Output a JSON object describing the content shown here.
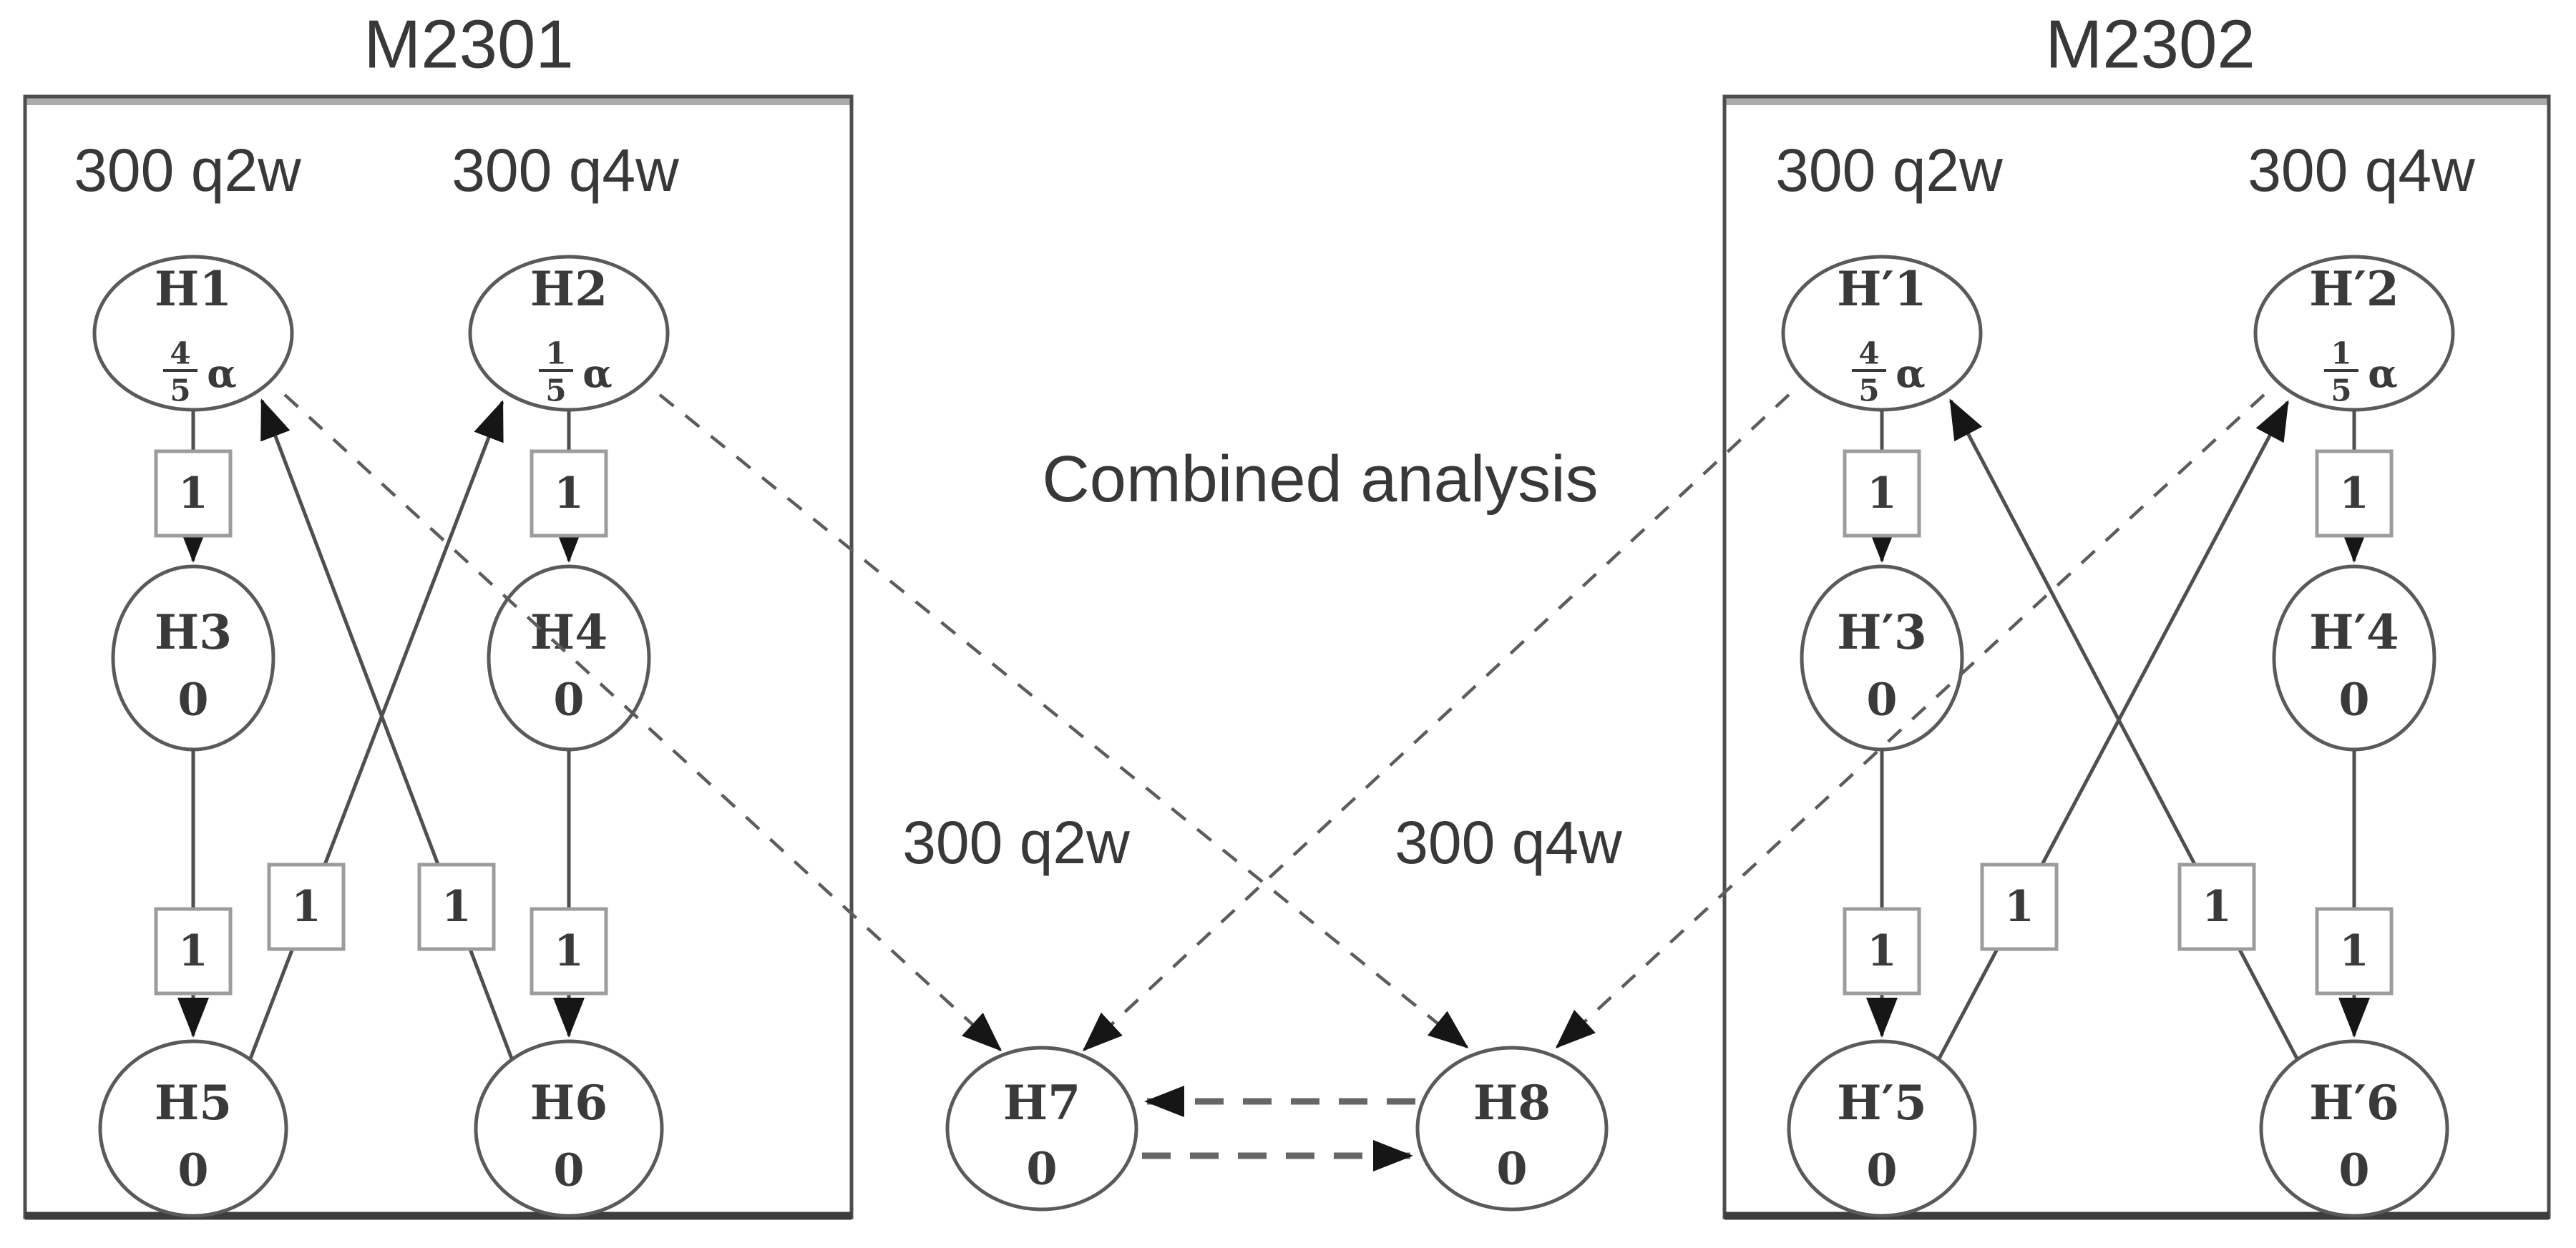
{
  "diagram": {
    "left_study": {
      "title": "M2301",
      "col1_label": "300 q2w",
      "col2_label": "300 q4w"
    },
    "right_study": {
      "title": "M2302",
      "col1_label": "300 q2w",
      "col2_label": "300 q4w"
    },
    "combined": {
      "title": "Combined analysis",
      "col1_label": "300 q2w",
      "col2_label": "300 q4w"
    },
    "nodes": {
      "H1": {
        "name": "H1",
        "alpha_num": "4",
        "alpha_den": "5",
        "alpha_sym": "α"
      },
      "H2": {
        "name": "H2",
        "alpha_num": "1",
        "alpha_den": "5",
        "alpha_sym": "α"
      },
      "H3": {
        "name": "H3",
        "weight": "0"
      },
      "H4": {
        "name": "H4",
        "weight": "0"
      },
      "H5": {
        "name": "H5",
        "weight": "0"
      },
      "H6": {
        "name": "H6",
        "weight": "0"
      },
      "H7": {
        "name": "H7",
        "weight": "0"
      },
      "H8": {
        "name": "H8",
        "weight": "0"
      },
      "Hp1": {
        "name": "H′1",
        "alpha_num": "4",
        "alpha_den": "5",
        "alpha_sym": "α"
      },
      "Hp2": {
        "name": "H′2",
        "alpha_num": "1",
        "alpha_den": "5",
        "alpha_sym": "α"
      },
      "Hp3": {
        "name": "H′3",
        "weight": "0"
      },
      "Hp4": {
        "name": "H′4",
        "weight": "0"
      },
      "Hp5": {
        "name": "H′5",
        "weight": "0"
      },
      "Hp6": {
        "name": "H′6",
        "weight": "0"
      }
    },
    "edges": [
      {
        "from": "H1",
        "to": "H3",
        "weight": "1",
        "style": "solid"
      },
      {
        "from": "H3",
        "to": "H5",
        "weight": "1",
        "style": "solid"
      },
      {
        "from": "H5",
        "to": "H2",
        "weight": "1",
        "style": "solid"
      },
      {
        "from": "H2",
        "to": "H4",
        "weight": "1",
        "style": "solid"
      },
      {
        "from": "H4",
        "to": "H6",
        "weight": "1",
        "style": "solid"
      },
      {
        "from": "H6",
        "to": "H1",
        "weight": "1",
        "style": "solid"
      },
      {
        "from": "H′1",
        "to": "H′3",
        "weight": "1",
        "style": "solid"
      },
      {
        "from": "H′3",
        "to": "H′5",
        "weight": "1",
        "style": "solid"
      },
      {
        "from": "H′5",
        "to": "H′2",
        "weight": "1",
        "style": "solid"
      },
      {
        "from": "H′2",
        "to": "H′4",
        "weight": "1",
        "style": "solid"
      },
      {
        "from": "H′4",
        "to": "H′6",
        "weight": "1",
        "style": "solid"
      },
      {
        "from": "H′6",
        "to": "H′1",
        "weight": "1",
        "style": "solid"
      },
      {
        "from": "H1",
        "to": "H7",
        "style": "dashed"
      },
      {
        "from": "H2",
        "to": "H8",
        "style": "dashed"
      },
      {
        "from": "H′1",
        "to": "H7",
        "style": "dashed"
      },
      {
        "from": "H′2",
        "to": "H8",
        "style": "dashed"
      },
      {
        "from": "H8",
        "to": "H7",
        "style": "dashed"
      },
      {
        "from": "H7",
        "to": "H8",
        "style": "dashed"
      }
    ]
  }
}
